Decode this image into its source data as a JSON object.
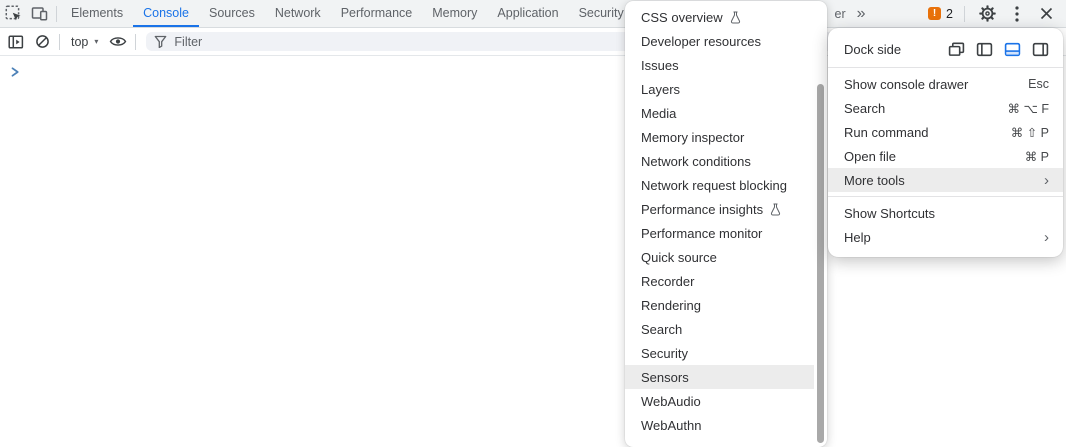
{
  "tabs": {
    "items": [
      "Elements",
      "Console",
      "Sources",
      "Network",
      "Performance",
      "Memory",
      "Application",
      "Security"
    ],
    "active": "Console",
    "hidden_tab_fragment": "er",
    "overflow_symbol": "»",
    "issues_badge_symbol": "!",
    "issues_count": "2"
  },
  "console_toolbar": {
    "context_selector": "top",
    "context_caret": "▾",
    "filter_placeholder": "Filter"
  },
  "submenu": {
    "items": [
      {
        "label": "CSS overview",
        "experimental": true
      },
      {
        "label": "Developer resources"
      },
      {
        "label": "Issues"
      },
      {
        "label": "Layers"
      },
      {
        "label": "Media"
      },
      {
        "label": "Memory inspector"
      },
      {
        "label": "Network conditions"
      },
      {
        "label": "Network request blocking"
      },
      {
        "label": "Performance insights",
        "experimental": true
      },
      {
        "label": "Performance monitor"
      },
      {
        "label": "Quick source"
      },
      {
        "label": "Recorder"
      },
      {
        "label": "Rendering"
      },
      {
        "label": "Search"
      },
      {
        "label": "Security"
      },
      {
        "label": "Sensors",
        "highlighted": true
      },
      {
        "label": "WebAudio"
      },
      {
        "label": "WebAuthn"
      }
    ]
  },
  "main_menu": {
    "dock": {
      "label": "Dock side",
      "options": [
        {
          "name": "undock"
        },
        {
          "name": "dock-left"
        },
        {
          "name": "dock-bottom",
          "selected": true
        },
        {
          "name": "dock-right"
        }
      ]
    },
    "submenu_chevron": "›",
    "sections": [
      {
        "items": [
          {
            "label": "Show console drawer",
            "shortcut": "Esc"
          },
          {
            "label": "Search",
            "shortcut": "⌘ ⌥ F"
          },
          {
            "label": "Run command",
            "shortcut": "⌘ ⇧ P"
          },
          {
            "label": "Open file",
            "shortcut": "⌘ P"
          },
          {
            "label": "More tools",
            "has_submenu": true,
            "highlighted": true
          }
        ]
      },
      {
        "items": [
          {
            "label": "Show Shortcuts"
          },
          {
            "label": "Help",
            "has_submenu": true
          }
        ]
      }
    ]
  },
  "colors": {
    "accent": "#1a73e8",
    "issues_badge": "#e8710a",
    "menu_highlight": "#ececec",
    "toolbar_bg": "#f1f3f4"
  }
}
